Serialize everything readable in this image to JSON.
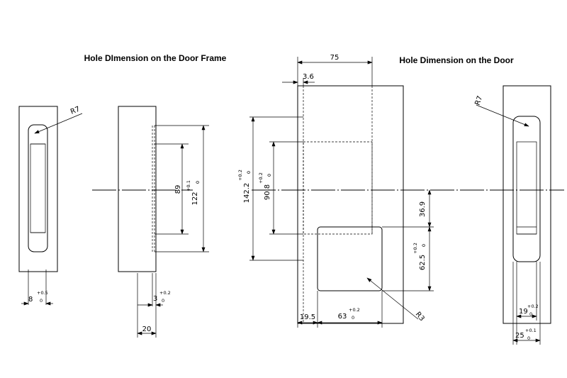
{
  "titles": {
    "frame": "Hole DImension on the Door Frame",
    "door": "Hole Dimension on the Door"
  },
  "dims": {
    "r7_frame": "R7",
    "w8": "8",
    "w8_tol_upper": "+0.5",
    "w8_tol_lower": "0",
    "d89": "89",
    "d122": "122",
    "d122_tol_upper": "+0.1",
    "d122_tol_lower": "0",
    "d3": "3",
    "d3_tol_upper": "+0.2",
    "d3_tol_lower": "0",
    "d20": "20",
    "d75": "75",
    "d3_6": "3.6",
    "d142_2": "142.2",
    "d142_2_tol_upper": "+0.2",
    "d142_2_tol_lower": "0",
    "d90_8": "90.8",
    "d90_8_tol_upper": "+0.2",
    "d90_8_tol_lower": "0",
    "d36_9": "36.9",
    "d62_5": "62.5",
    "d62_5_tol_upper": "+0.2",
    "d62_5_tol_lower": "0",
    "d19_5": "19.5",
    "d63": "63",
    "d63_tol_upper": "+0.2",
    "d63_tol_lower": "0",
    "r3": "R3",
    "r7_door": "R7",
    "d19": "19",
    "d19_tol_upper": "+0.2",
    "d19_tol_lower": "0",
    "d25": "25",
    "d25_tol_upper": "+0.1",
    "d25_tol_lower": "0"
  }
}
